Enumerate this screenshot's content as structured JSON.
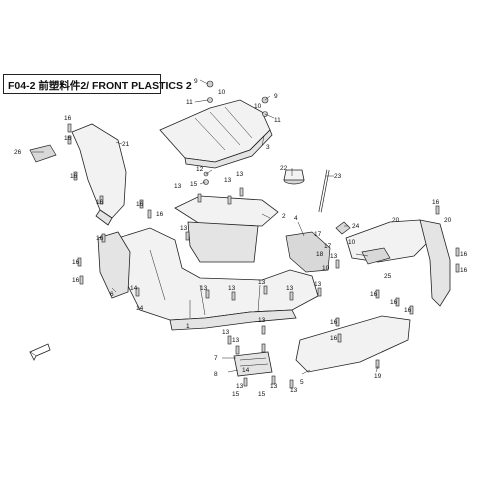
{
  "diagram": {
    "title": "F04-2 前塑料件2/ FRONT PLASTICS 2",
    "labels": [
      {
        "id": "l9a",
        "text": "9"
      },
      {
        "id": "l10a",
        "text": "10"
      },
      {
        "id": "l11a",
        "text": "11"
      },
      {
        "id": "l9b",
        "text": "9"
      },
      {
        "id": "l10b",
        "text": "10"
      },
      {
        "id": "l11b",
        "text": "11"
      },
      {
        "id": "l3",
        "text": "3"
      },
      {
        "id": "l26",
        "text": "26"
      },
      {
        "id": "l21",
        "text": "21"
      },
      {
        "id": "l16a",
        "text": "16"
      },
      {
        "id": "l16b",
        "text": "16"
      },
      {
        "id": "l16c",
        "text": "16"
      },
      {
        "id": "l16d",
        "text": "16"
      },
      {
        "id": "l16e",
        "text": "16"
      },
      {
        "id": "l16f",
        "text": "16"
      },
      {
        "id": "l16g",
        "text": "16"
      },
      {
        "id": "l16h",
        "text": "16"
      },
      {
        "id": "l16i",
        "text": "16"
      },
      {
        "id": "l16j",
        "text": "16"
      },
      {
        "id": "l16k",
        "text": "16"
      },
      {
        "id": "l16l",
        "text": "16"
      },
      {
        "id": "l16m",
        "text": "16"
      },
      {
        "id": "l16n",
        "text": "16"
      },
      {
        "id": "l16o",
        "text": "16"
      },
      {
        "id": "l16p",
        "text": "16"
      },
      {
        "id": "l16q",
        "text": "16"
      },
      {
        "id": "l12",
        "text": "12"
      },
      {
        "id": "l15a",
        "text": "15"
      },
      {
        "id": "l15b",
        "text": "15"
      },
      {
        "id": "l15c",
        "text": "15"
      },
      {
        "id": "l13a",
        "text": "13"
      },
      {
        "id": "l13b",
        "text": "13"
      },
      {
        "id": "l13c",
        "text": "13"
      },
      {
        "id": "l13d",
        "text": "13"
      },
      {
        "id": "l13e",
        "text": "13"
      },
      {
        "id": "l13f",
        "text": "13"
      },
      {
        "id": "l13g",
        "text": "13"
      },
      {
        "id": "l13h",
        "text": "13"
      },
      {
        "id": "l13i",
        "text": "13"
      },
      {
        "id": "l13j",
        "text": "13"
      },
      {
        "id": "l13k",
        "text": "13"
      },
      {
        "id": "l13l",
        "text": "13"
      },
      {
        "id": "l13m",
        "text": "13"
      },
      {
        "id": "l13n",
        "text": "13"
      },
      {
        "id": "l13o",
        "text": "13"
      },
      {
        "id": "l13p",
        "text": "13"
      },
      {
        "id": "l2",
        "text": "2"
      },
      {
        "id": "l22",
        "text": "22"
      },
      {
        "id": "l23",
        "text": "23"
      },
      {
        "id": "l4",
        "text": "4"
      },
      {
        "id": "l24",
        "text": "24"
      },
      {
        "id": "l17a",
        "text": "17"
      },
      {
        "id": "l17b",
        "text": "17"
      },
      {
        "id": "l18",
        "text": "18"
      },
      {
        "id": "l10c",
        "text": "10"
      },
      {
        "id": "l10d",
        "text": "10"
      },
      {
        "id": "l20a",
        "text": "20"
      },
      {
        "id": "l20b",
        "text": "20"
      },
      {
        "id": "l25",
        "text": "25"
      },
      {
        "id": "l6",
        "text": "6"
      },
      {
        "id": "l14a",
        "text": "14"
      },
      {
        "id": "l14b",
        "text": "14"
      },
      {
        "id": "l14c",
        "text": "14"
      },
      {
        "id": "l1",
        "text": "1"
      },
      {
        "id": "l7",
        "text": "7"
      },
      {
        "id": "l8",
        "text": "8"
      },
      {
        "id": "l5",
        "text": "5"
      },
      {
        "id": "l19",
        "text": "19"
      }
    ]
  }
}
